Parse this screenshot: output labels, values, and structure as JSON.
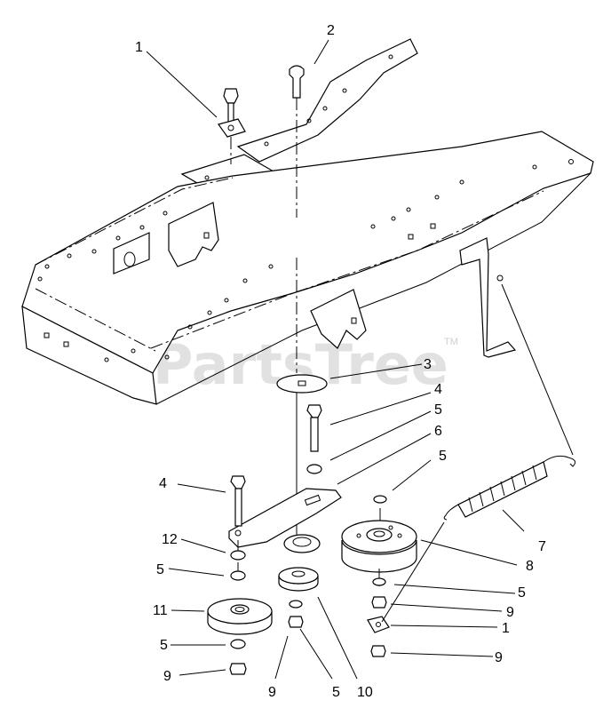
{
  "watermark": "PartsTree",
  "watermark_tm": "TM",
  "callouts": {
    "c1_top": "1",
    "c2": "2",
    "c3": "3",
    "c4_right": "4",
    "c5_a": "5",
    "c6": "6",
    "c5_b": "5",
    "c4_left": "4",
    "c7": "7",
    "c12": "12",
    "c8": "8",
    "c5_c": "5",
    "c5_d": "5",
    "c9_a": "9",
    "c11": "11",
    "c1_bottom": "1",
    "c5_e": "5",
    "c9_b": "9",
    "c9_c": "9",
    "c9_d": "9",
    "c5_f": "5",
    "c10": "10"
  }
}
